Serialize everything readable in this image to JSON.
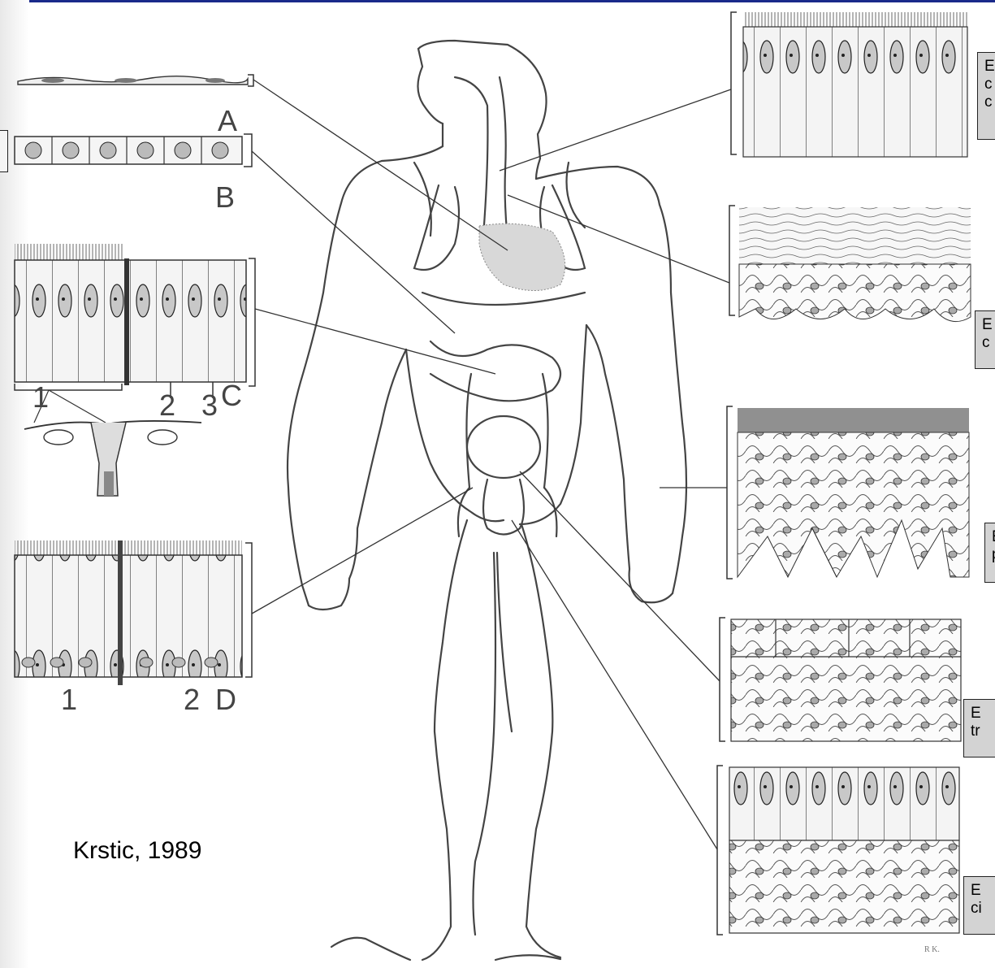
{
  "panel_labels": {
    "a": "A",
    "b": "B",
    "c": "C",
    "c1": "1",
    "c2": "2",
    "c3": "3",
    "d": "D",
    "d1": "1",
    "d2": "2"
  },
  "right_boxes": [
    {
      "line1": "E",
      "line2": "c",
      "line3": "c"
    },
    {
      "line1": "E",
      "line2": "c"
    },
    {
      "line1": "E",
      "line2": "p"
    },
    {
      "line1": "E",
      "line2": "tr"
    },
    {
      "line1": "E",
      "line2": "ci"
    }
  ],
  "credit": "Krstic, 1989",
  "signature": "R K."
}
